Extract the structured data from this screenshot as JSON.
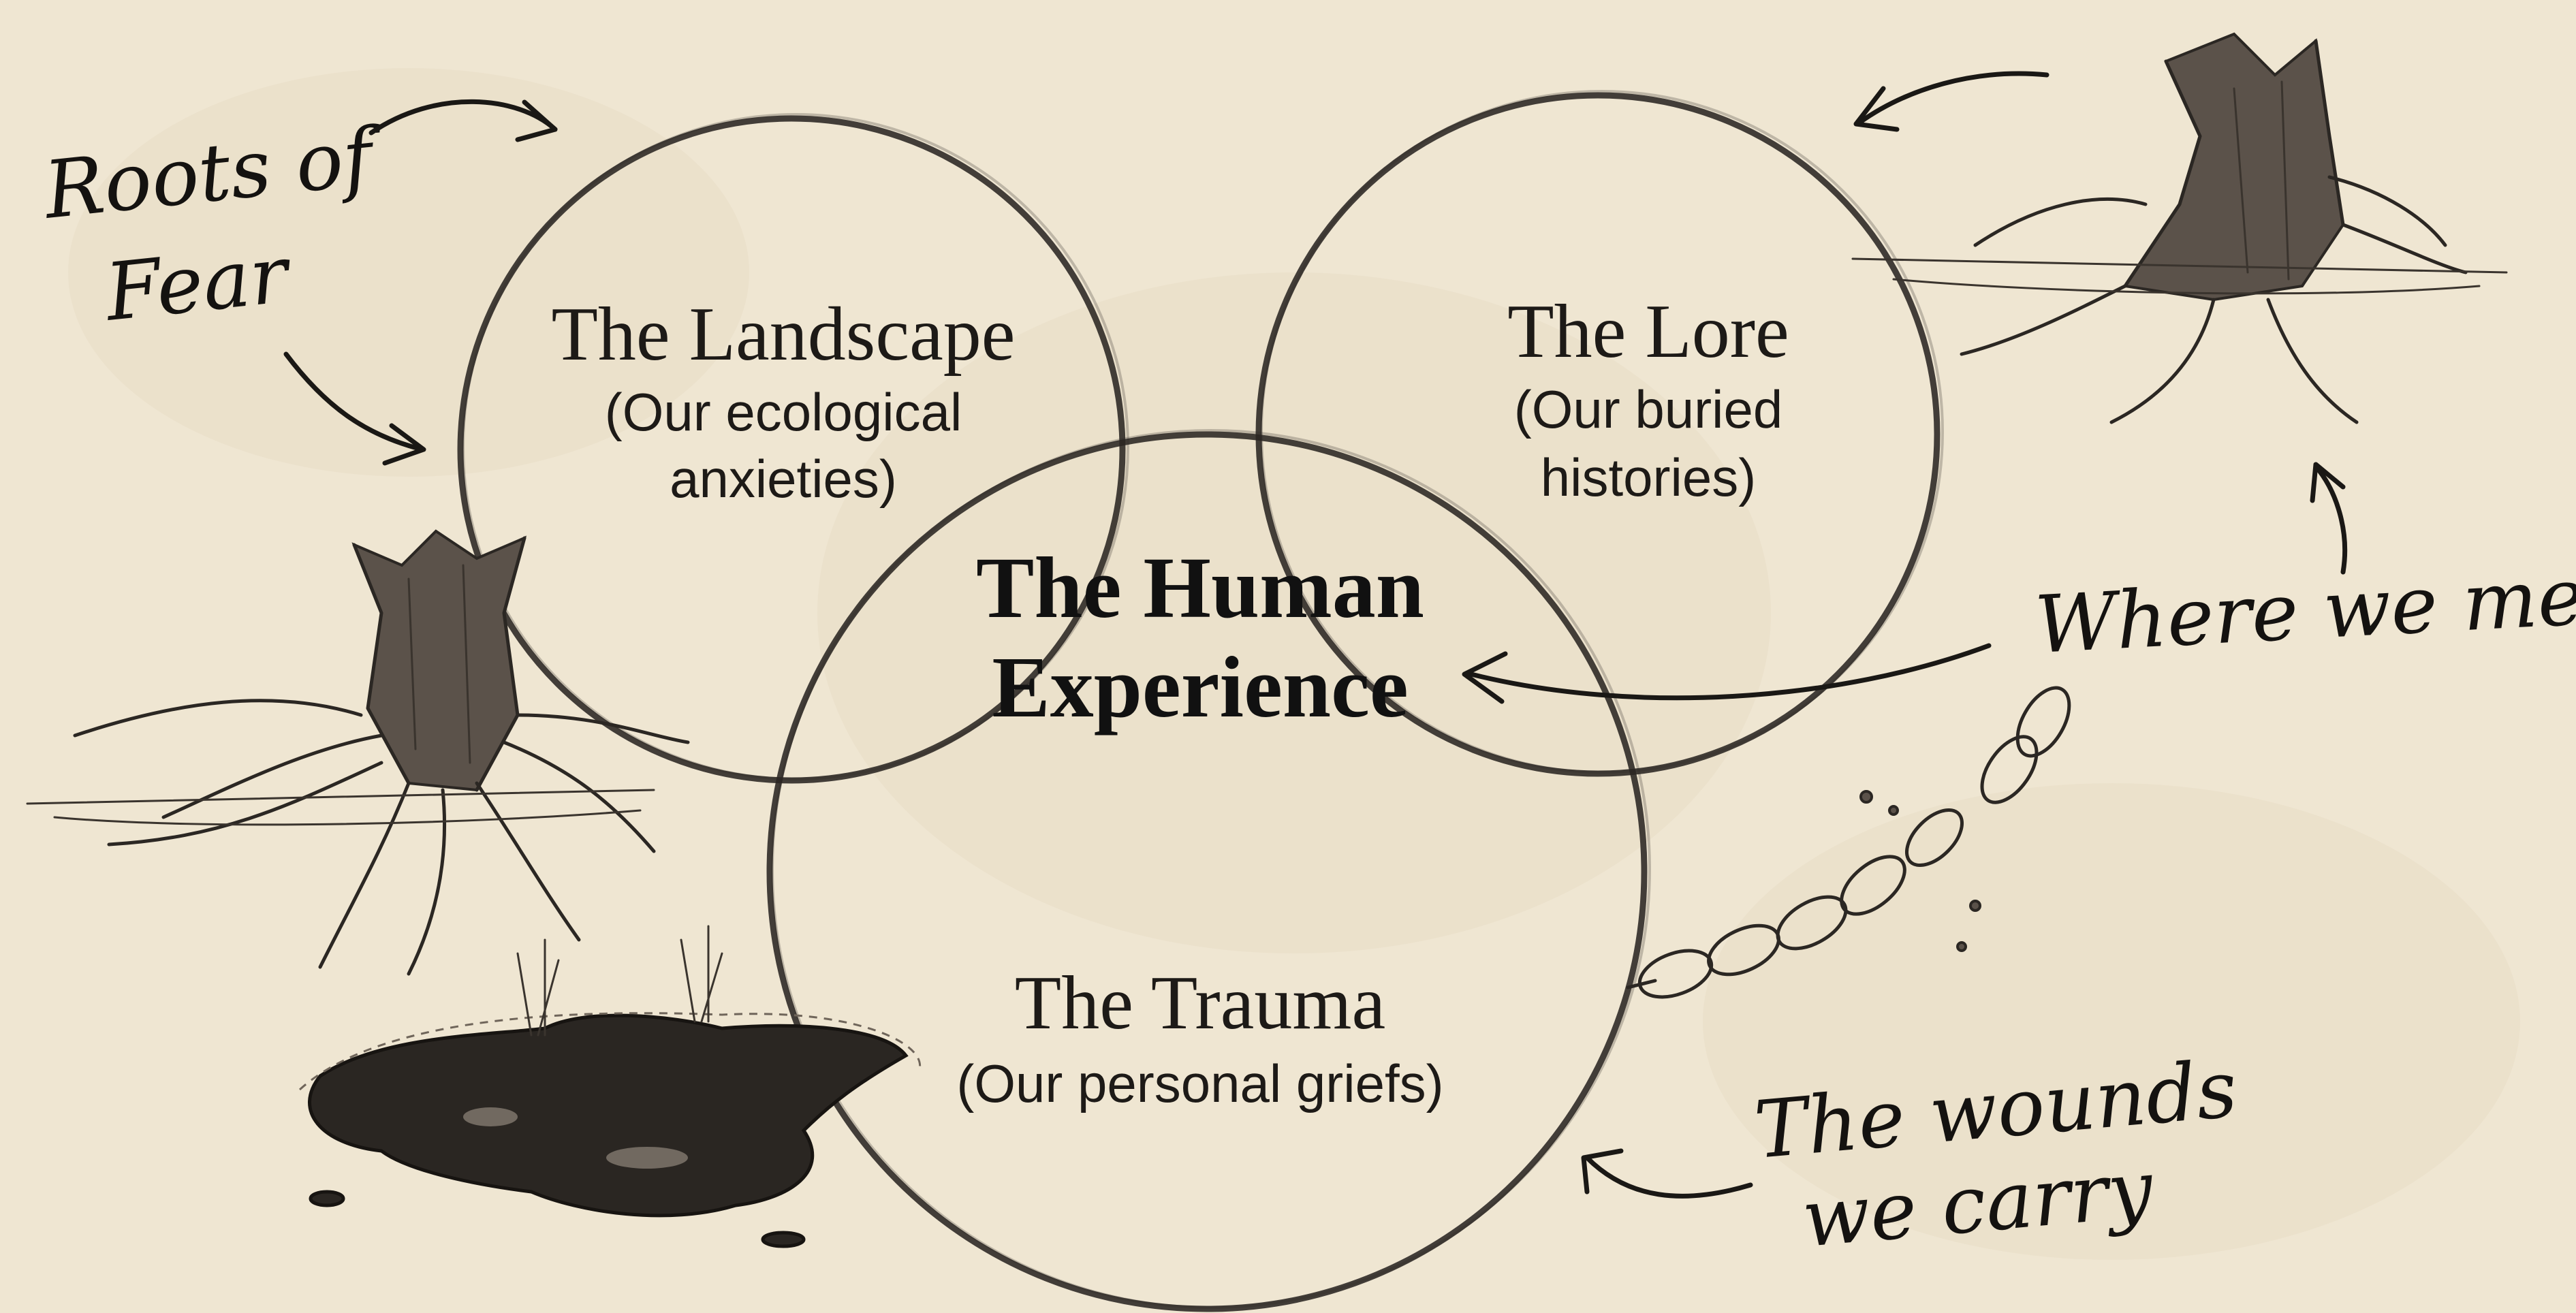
{
  "circles": {
    "landscape": {
      "title": "The Landscape",
      "subtitle_line1": "(Our ecological",
      "subtitle_line2": "anxieties)"
    },
    "lore": {
      "title": "The Lore",
      "subtitle_line1": "(Our buried",
      "subtitle_line2": "histories)"
    },
    "trauma": {
      "title": "The Trauma",
      "subtitle_line1": "(Our personal griefs)"
    }
  },
  "center": {
    "line1": "The Human",
    "line2": "Experience"
  },
  "annotations": {
    "roots_line1": "Roots of",
    "roots_line2": "Fear",
    "meet": "Where we meet",
    "wounds_line1": "The wounds",
    "wounds_line2": "we carry"
  },
  "illustrations": [
    "tree-stump-with-roots-left",
    "tree-stump-with-roots-right",
    "dark-puddle",
    "broken-chain"
  ],
  "colors": {
    "paper": "#efe6d2",
    "ink": "#1c1a17"
  }
}
